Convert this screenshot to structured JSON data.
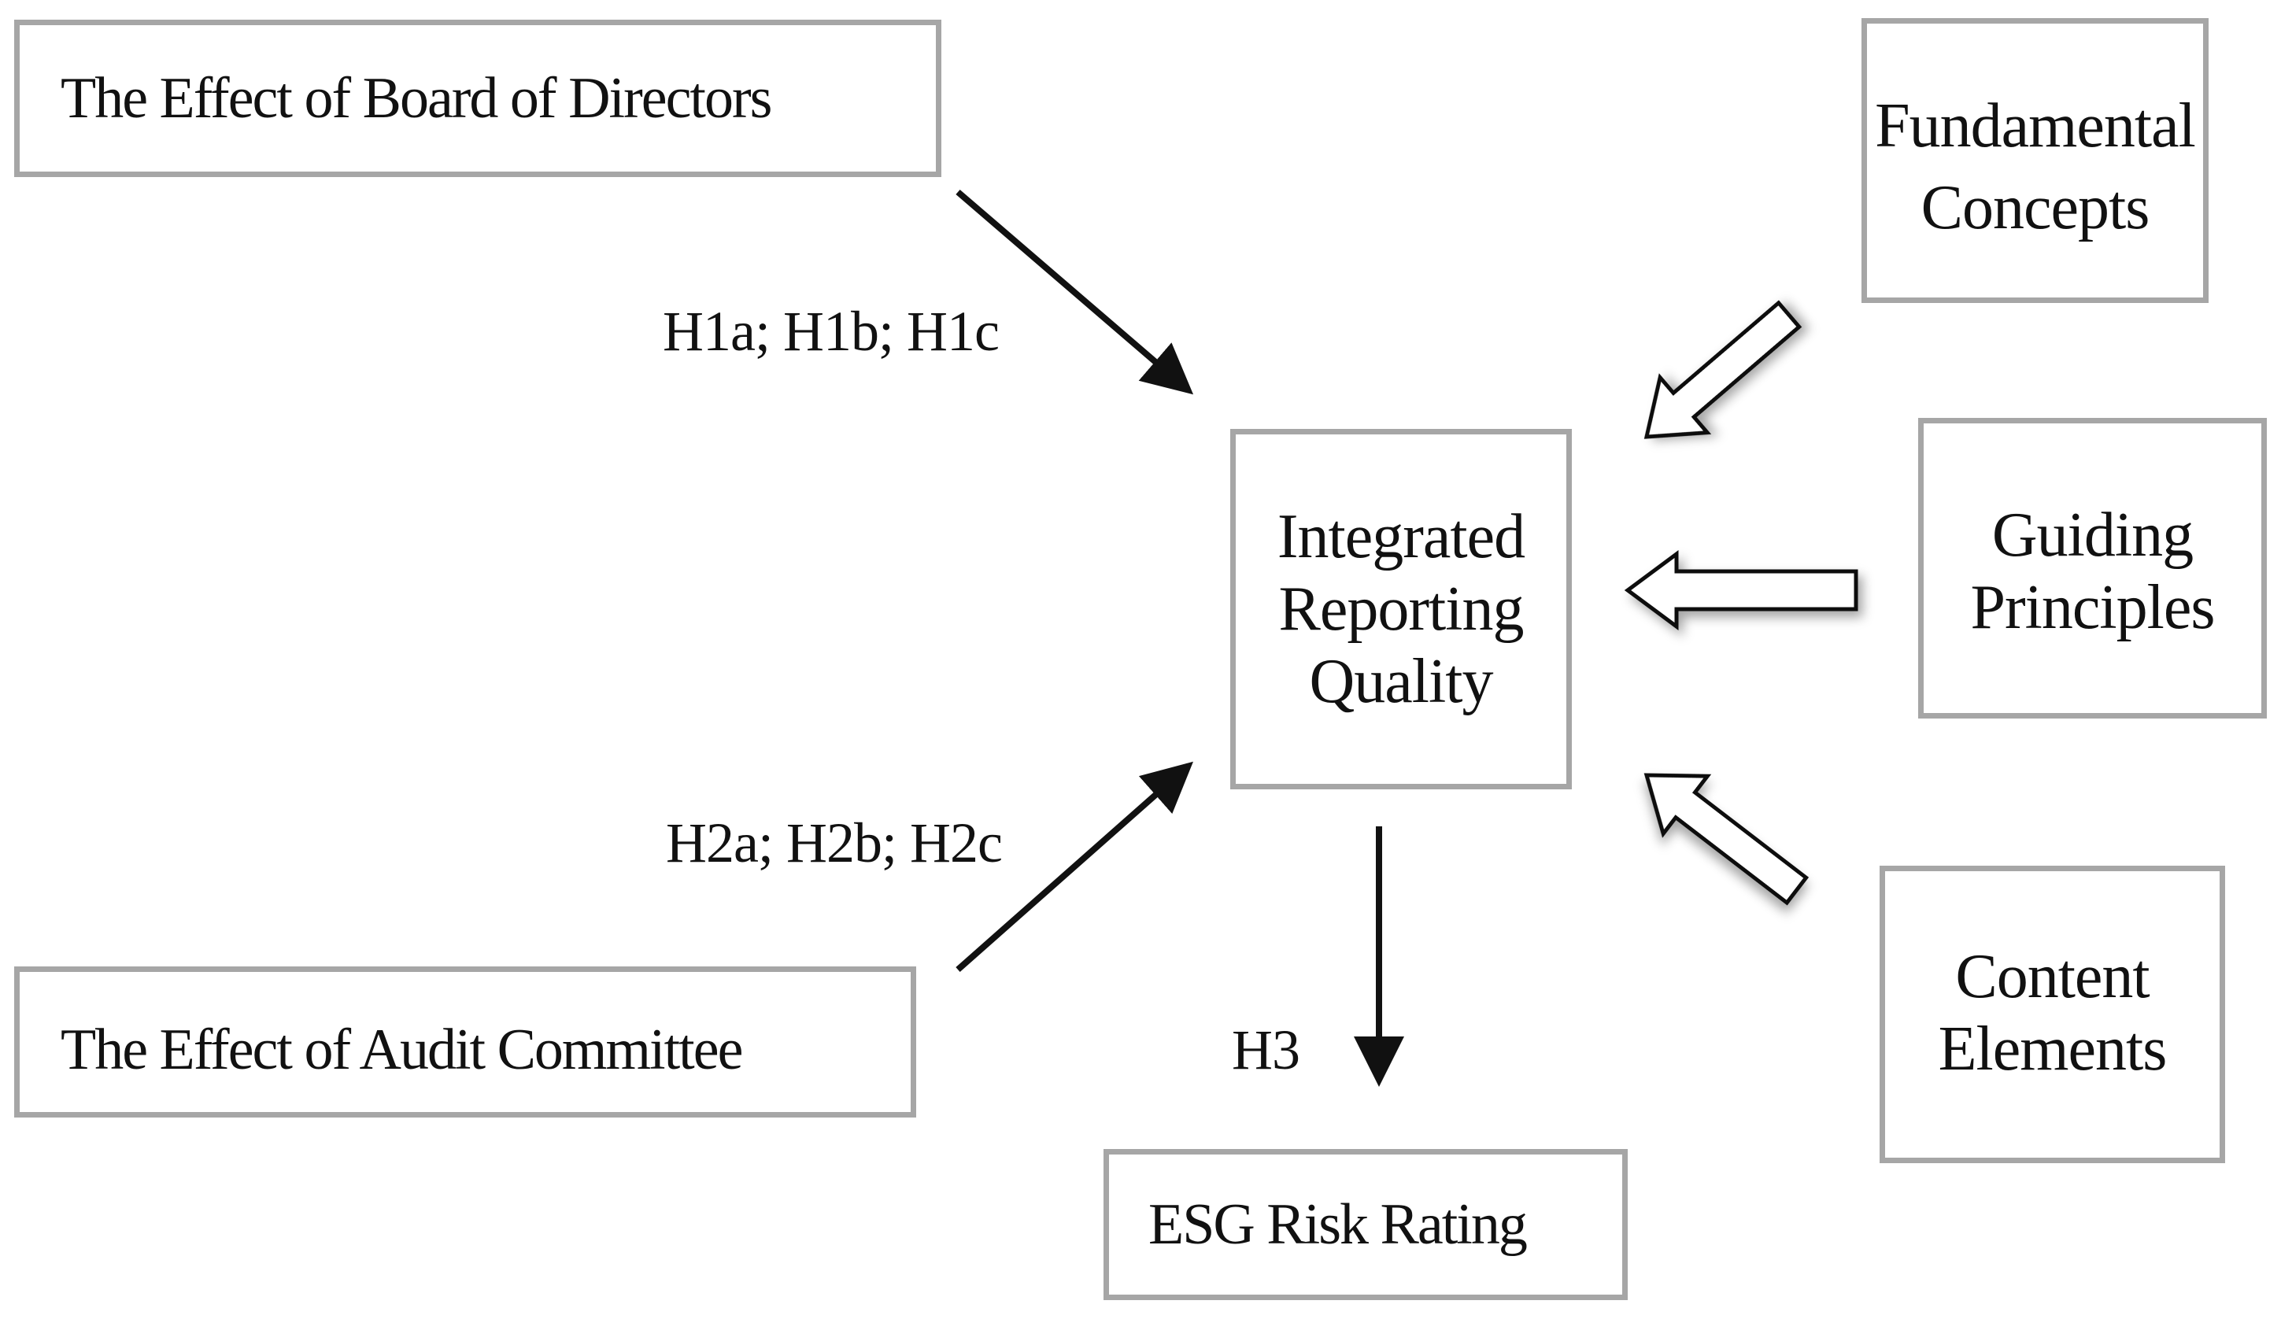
{
  "boxes": {
    "board": "The Effect of Board of Directors",
    "audit": "The Effect of Audit Committee",
    "irq": [
      "Integrated",
      "Reporting",
      "Quality"
    ],
    "esg": "ESG Risk Rating",
    "fundamental": [
      "Fundamental",
      "Concepts"
    ],
    "guiding": [
      "Guiding",
      "Principles"
    ],
    "content": [
      "Content",
      "Elements"
    ]
  },
  "labels": {
    "h1": "H1a; H1b; H1c",
    "h2": "H2a; H2b; H2c",
    "h3": "H3"
  }
}
